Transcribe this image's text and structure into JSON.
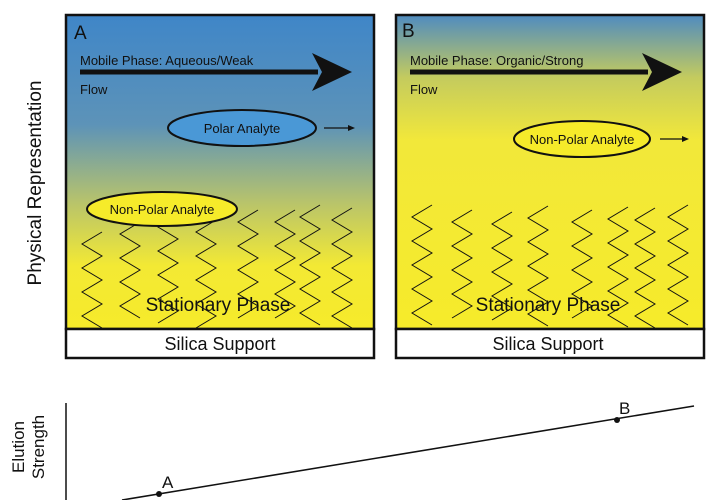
{
  "colors": {
    "mobile_weak_top": "#3f86c8",
    "mobile_strong_top": "#4f8bc0",
    "stationary": "#f6eb2a",
    "analyte_polar": "#4a98d6",
    "analyte_nonpolar": "#f6eb2a",
    "outline": "#111111"
  },
  "y_axis_label": "Physical Representation",
  "panels": [
    {
      "letter": "A",
      "mobile_phase": "Mobile Phase: Aqueous/Weak",
      "flow": "Flow",
      "moving_analyte": "Polar Analyte",
      "retained_analyte": "Non-Polar Analyte",
      "stationary_label": "Stationary Phase",
      "support_label": "Silica Support"
    },
    {
      "letter": "B",
      "mobile_phase": "Mobile Phase: Organic/Strong",
      "flow": "Flow",
      "moving_analyte": "Non-Polar Analyte",
      "stationary_label": "Stationary Phase",
      "support_label": "Silica Support"
    }
  ],
  "elution": {
    "axis_label_line1": "Elution",
    "axis_label_line2": "Strength",
    "point_a": "A",
    "point_b": "B"
  }
}
